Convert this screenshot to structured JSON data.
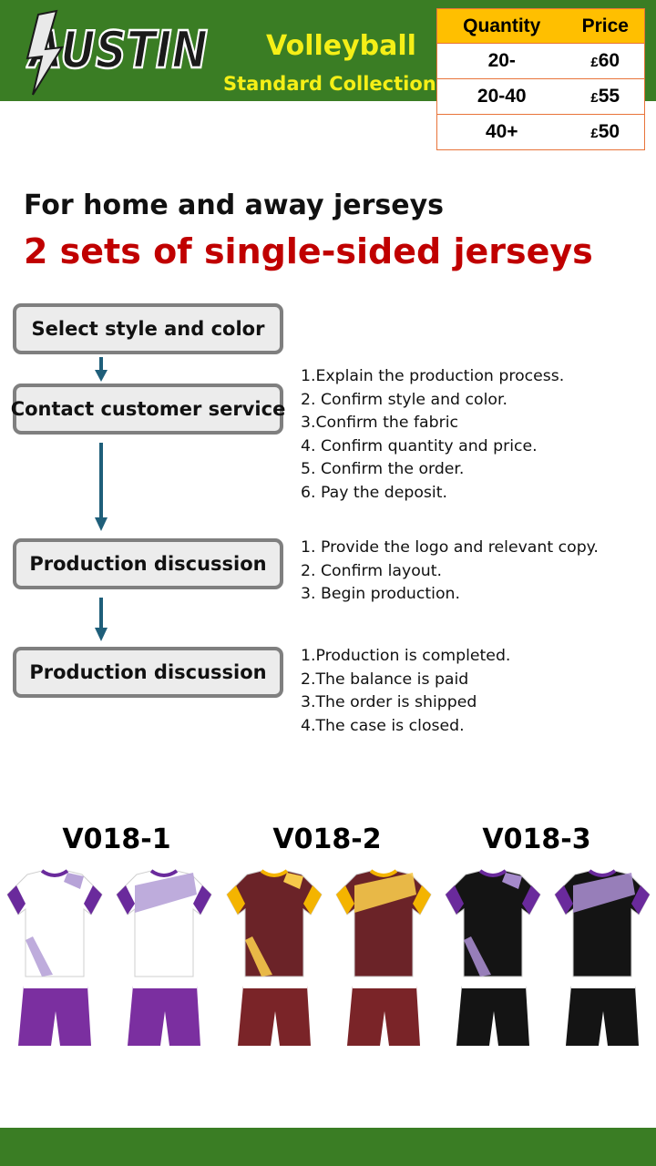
{
  "header": {
    "brand": "AUSTIN",
    "title": "Volleyball",
    "subtitle": "Standard Collection",
    "color": "#3a7d24"
  },
  "price_table": {
    "headers": [
      "Quantity",
      "Price"
    ],
    "rows": [
      {
        "quantity": "20-",
        "currency": "£",
        "price": "60"
      },
      {
        "quantity": "20-40",
        "currency": "£",
        "price": "55"
      },
      {
        "quantity": "40+",
        "currency": "£",
        "price": "50"
      }
    ]
  },
  "intro": {
    "line1": "For home and away jerseys",
    "line2": "2 sets of single-sided jerseys"
  },
  "steps": [
    {
      "label": "Select style and color",
      "notes": []
    },
    {
      "label": "Contact customer service",
      "notes": [
        "1.Explain the production process.",
        "2. Confirm style and color.",
        "3.Confirm the fabric",
        "4. Confirm quantity and price.",
        "5. Confirm the order.",
        "6. Pay the deposit."
      ]
    },
    {
      "label": "Production discussion",
      "notes": [
        "1. Provide the logo and relevant copy.",
        "2. Confirm layout.",
        "3. Begin production."
      ]
    },
    {
      "label": "Production discussion",
      "notes": [
        "1.Production is completed.",
        "2.The balance is paid",
        "3.The order is shipped",
        "4.The case is closed."
      ]
    }
  ],
  "products": [
    {
      "code": "V018-1",
      "shirt": "#ffffff",
      "trim": "#6a2a9c",
      "stripe": "#b7a3d8",
      "shorts": "#7b2fa0"
    },
    {
      "code": "V018-2",
      "shirt": "#6b2328",
      "trim": "#f4b400",
      "stripe": "#f6c94a",
      "shorts": "#7a2428"
    },
    {
      "code": "V018-3",
      "shirt": "#141414",
      "trim": "#6a2a9c",
      "stripe": "#a58acb",
      "shorts": "#141414"
    }
  ]
}
